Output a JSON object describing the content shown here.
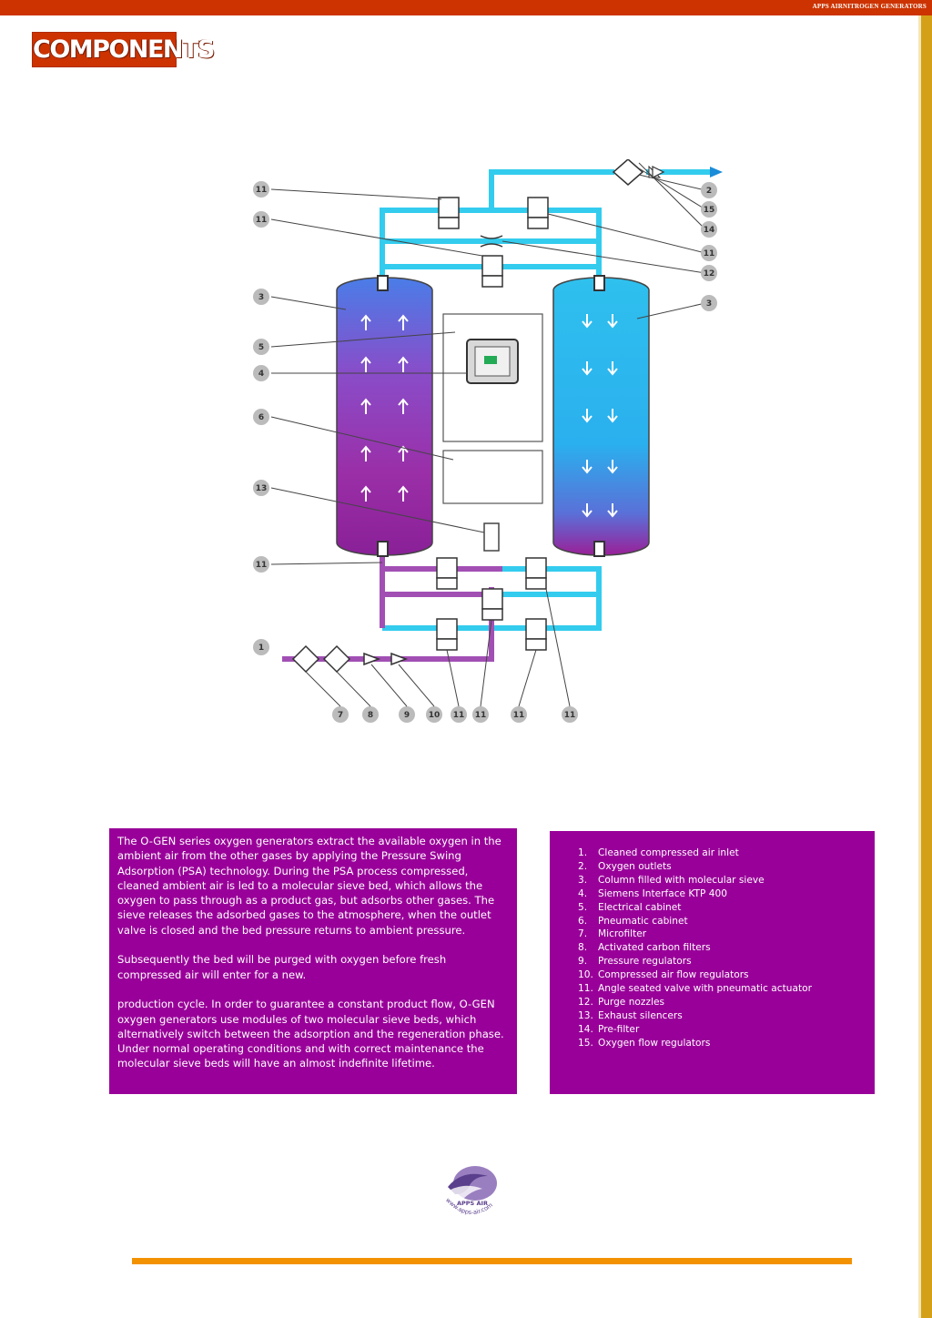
{
  "header": {
    "brand_text": "APPS AIRNITROGEN GENERATORS"
  },
  "title": "COMPONENTS",
  "colors": {
    "header_red": "#cc3300",
    "sidebar_gold": "#d4a017",
    "purple": "#990099",
    "cyan": "#33ccee",
    "orange_line": "#f39200"
  },
  "diagram": {
    "labels_left": [
      "11",
      "11",
      "3",
      "5",
      "4",
      "6",
      "13",
      "11",
      "1"
    ],
    "labels_right": [
      "2",
      "15",
      "14",
      "11",
      "12",
      "3"
    ],
    "labels_bottom": [
      "7",
      "8",
      "9",
      "10",
      "11",
      "11",
      "11",
      "11"
    ]
  },
  "description": {
    "p1": "The O-GEN series oxygen generators extract the available oxygen in the ambient air from the other gases by applying the Pressure Swing Adsorption (PSA) technology. During the PSA process compressed, cleaned ambient air is led to a molecular sieve bed, which allows the oxygen to pass through as a product gas, but adsorbs other gases. The sieve releases the adsorbed gases to the atmosphere, when the outlet valve is closed and the bed pressure returns to ambient pressure.",
    "p2": "Subsequently the bed will be purged with oxygen before fresh compressed air will enter for a new.",
    "p3": "production cycle. In order to guarantee a constant product flow, O-GEN oxygen generators use modules of two molecular sieve beds, which alternatively switch between the adsorption and the regeneration phase. Under normal operating conditions and with correct maintenance the molecular sieve beds will have an almost indefinite lifetime."
  },
  "legend": [
    {
      "num": "1.",
      "text": "Cleaned compressed air inlet"
    },
    {
      "num": "2.",
      "text": "Oxygen outlets"
    },
    {
      "num": "3.",
      "text": "Column filled with molecular sieve"
    },
    {
      "num": "4.",
      "text": "Siemens Interface KTP 400"
    },
    {
      "num": "5.",
      "text": "Electrical cabinet"
    },
    {
      "num": "6.",
      "text": "Pneumatic cabinet"
    },
    {
      "num": "7.",
      "text": "Microfilter"
    },
    {
      "num": "8.",
      "text": "Activated carbon filters"
    },
    {
      "num": "9.",
      "text": "Pressure regulators"
    },
    {
      "num": "10.",
      "text": "Compressed air flow regulators"
    },
    {
      "num": "11.",
      "text": "Angle seated valve with pneumatic actuator"
    },
    {
      "num": "12.",
      "text": "Purge nozzles"
    },
    {
      "num": "13.",
      "text": "Exhaust silencers"
    },
    {
      "num": "14.",
      "text": "Pre-filter"
    },
    {
      "num": "15.",
      "text": "Oxygen flow regulators"
    }
  ],
  "logo": {
    "brand": "APPS AIR",
    "url": "www.apps-air.com"
  }
}
